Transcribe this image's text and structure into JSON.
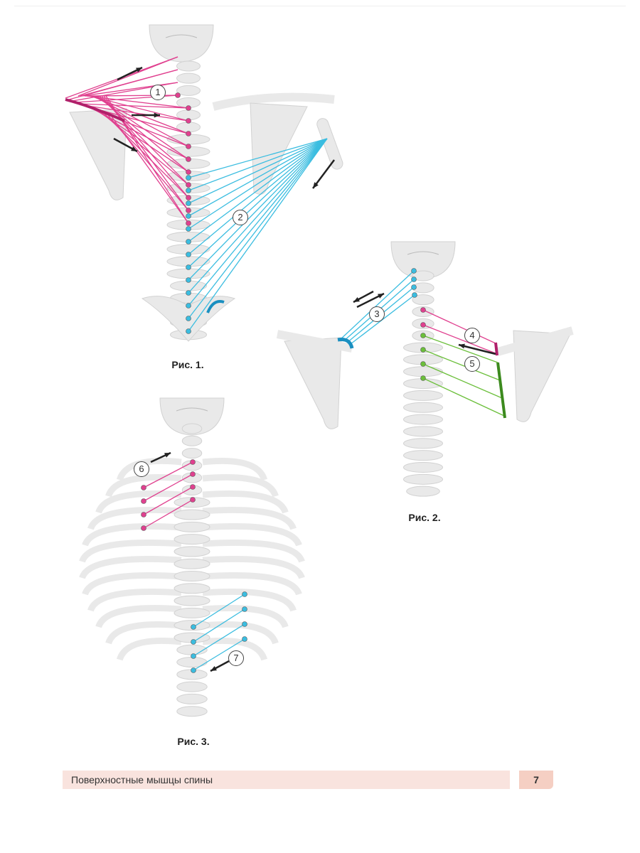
{
  "figures": [
    {
      "caption": "Рис. 1.",
      "labels": [
        "1",
        "2"
      ]
    },
    {
      "caption": "Рис. 2.",
      "labels": [
        "3",
        "4",
        "5"
      ]
    },
    {
      "caption": "Рис. 3.",
      "labels": [
        "6",
        "7"
      ]
    }
  ],
  "footer": {
    "section_title": "Поверхностные мышцы спины",
    "page_number": "7"
  },
  "colors": {
    "pink": "#e0408f",
    "cyan": "#3bbde0",
    "green": "#6bbf3a",
    "bone": "#e9e9e9"
  }
}
